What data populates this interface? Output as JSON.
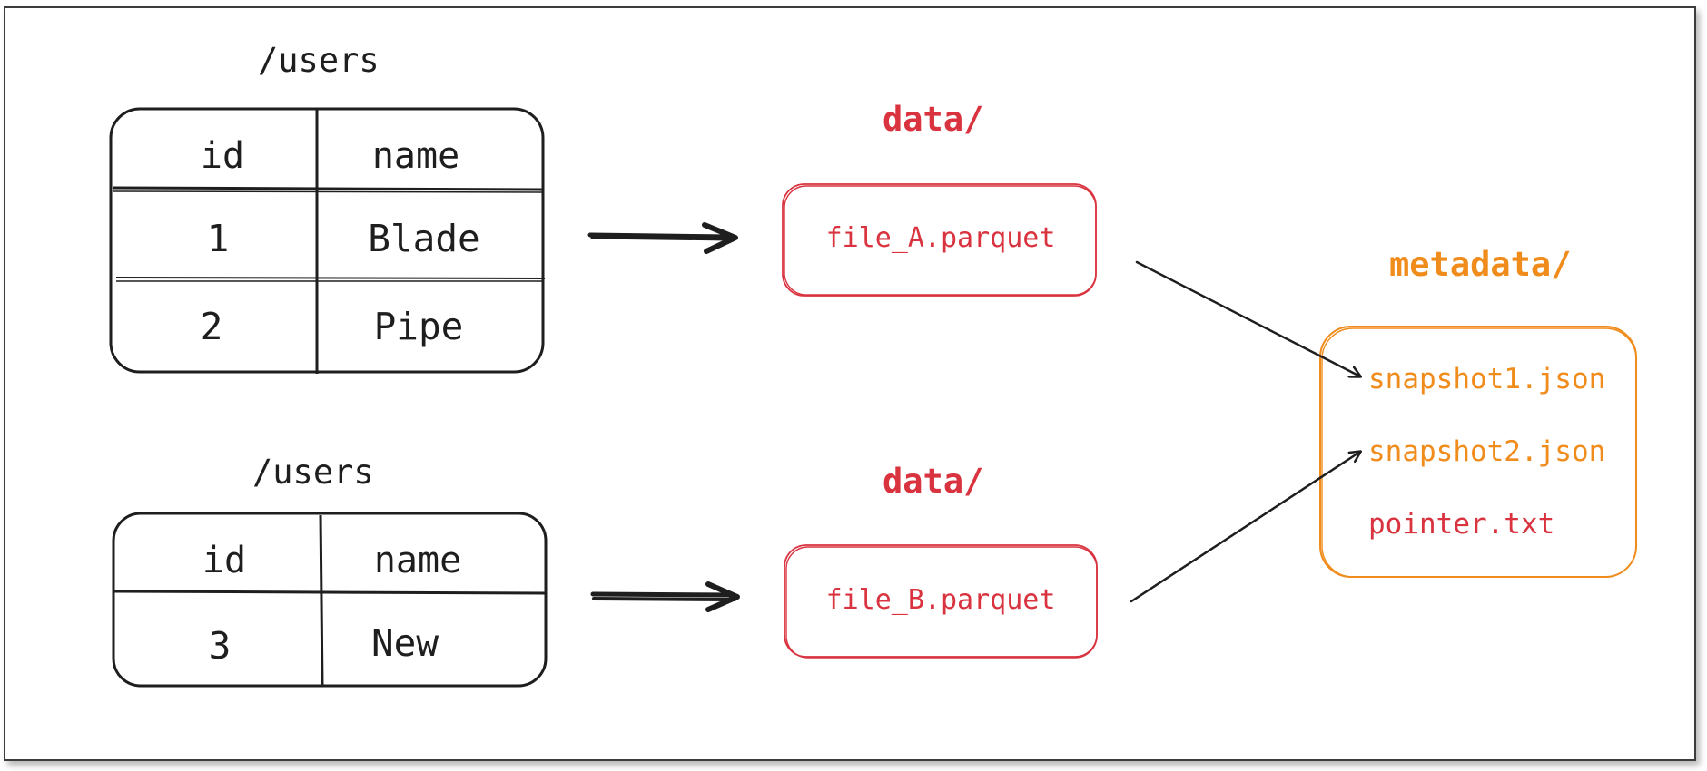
{
  "table_top": {
    "path": "/users",
    "columns": [
      "id",
      "name"
    ],
    "rows": [
      [
        "1",
        "Blade"
      ],
      [
        "2",
        "Pipe"
      ]
    ]
  },
  "table_bottom": {
    "path": "/users",
    "columns": [
      "id",
      "name"
    ],
    "rows": [
      [
        "3",
        "New"
      ]
    ]
  },
  "data_top": {
    "folder": "data/",
    "file": "file_A.parquet"
  },
  "data_bottom": {
    "folder": "data/",
    "file": "file_B.parquet"
  },
  "metadata": {
    "folder": "metadata/",
    "items": [
      "snapshot1.json",
      "snapshot2.json",
      "pointer.txt"
    ]
  },
  "colors": {
    "ink": "#1e1e1e",
    "data": "#d9333f",
    "metadata": "#f08c1c"
  }
}
